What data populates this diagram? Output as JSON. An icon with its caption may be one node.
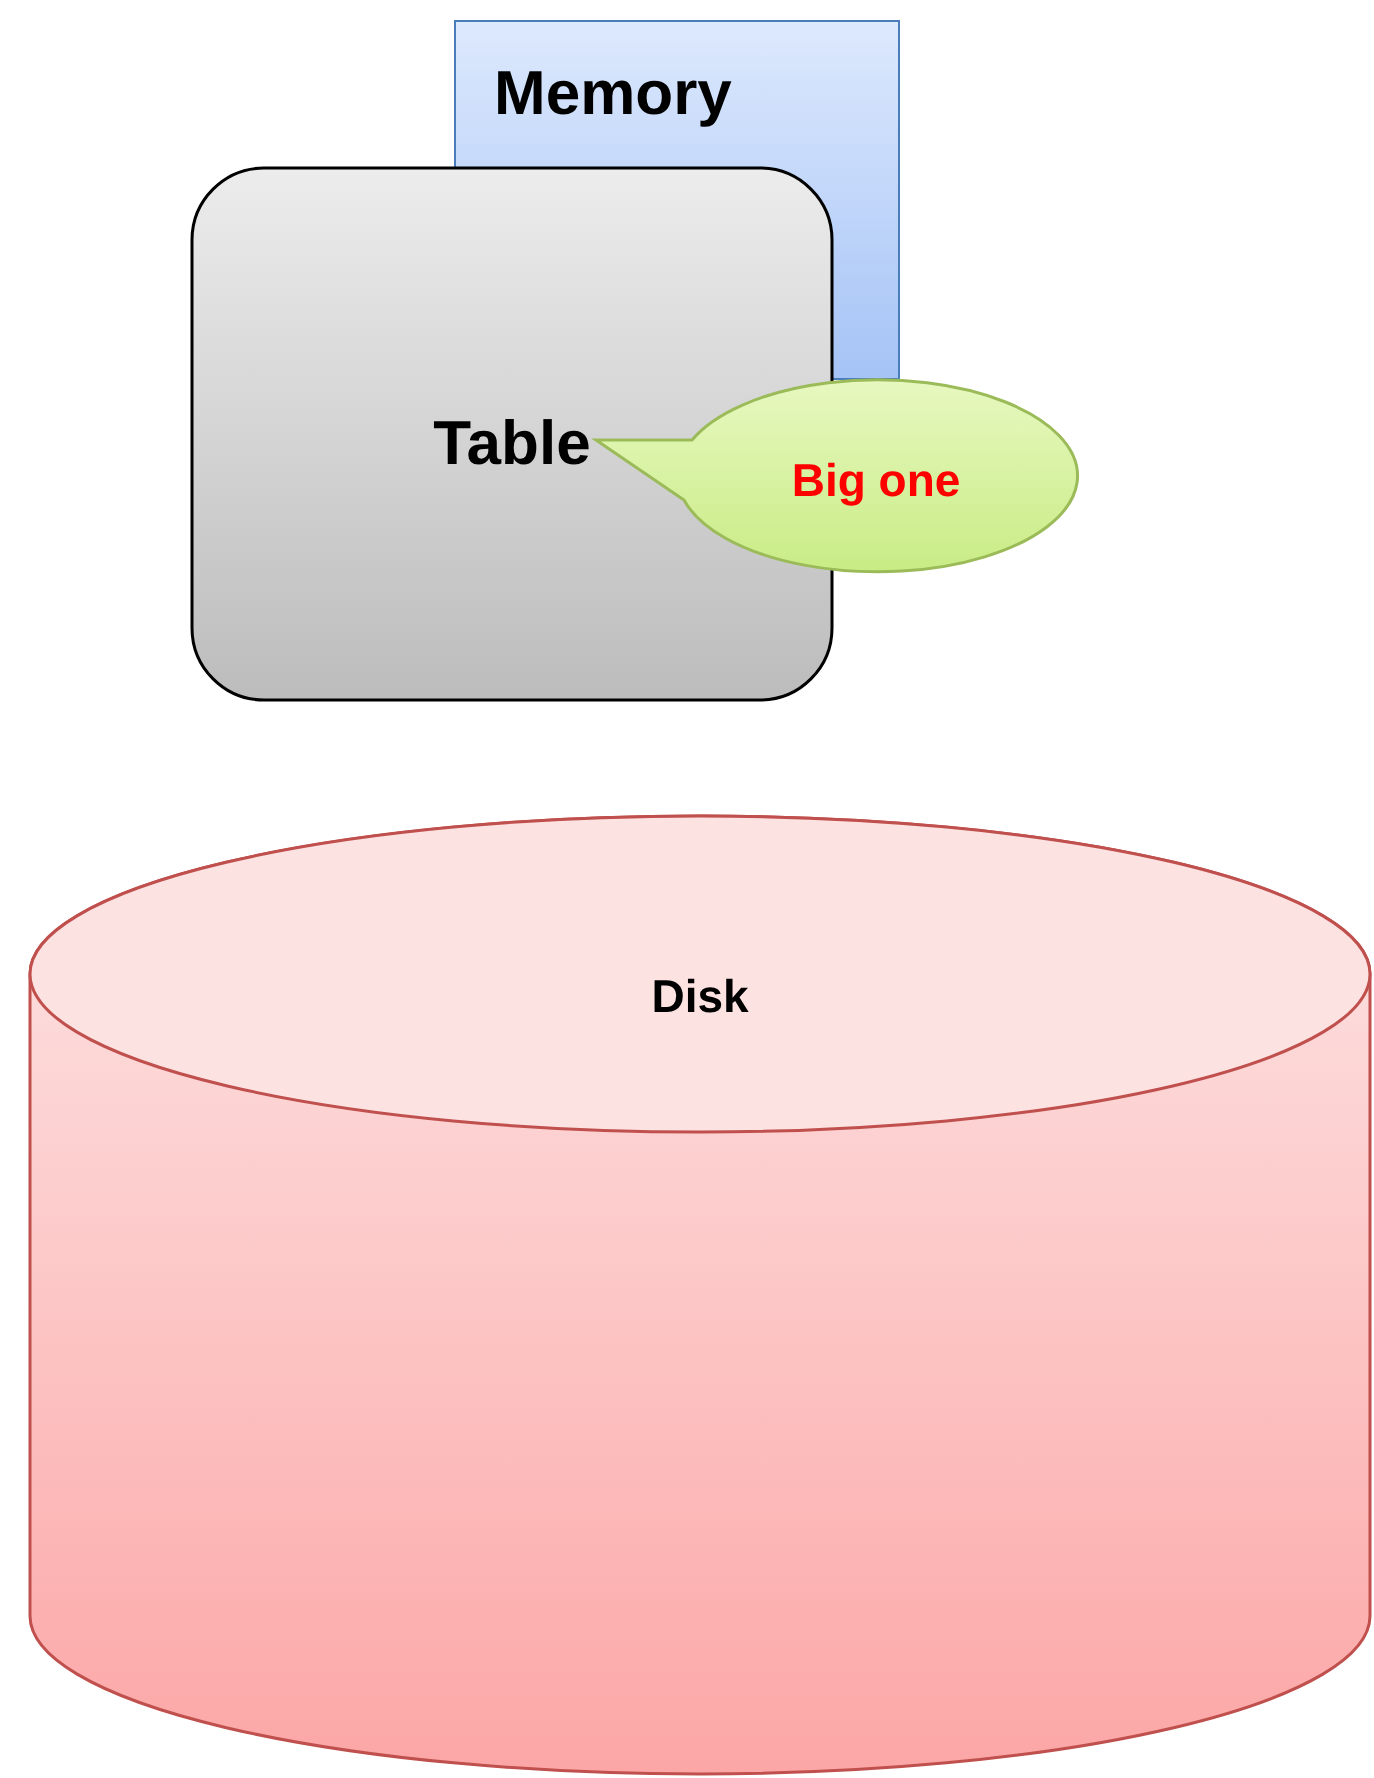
{
  "diagram": {
    "nodes": [
      {
        "text": [
          "Memory"
        ]
      },
      {
        "text": [
          "Table"
        ]
      },
      {
        "text": [
          "Big one"
        ]
      },
      {
        "text": [
          "Disk"
        ]
      }
    ]
  }
}
